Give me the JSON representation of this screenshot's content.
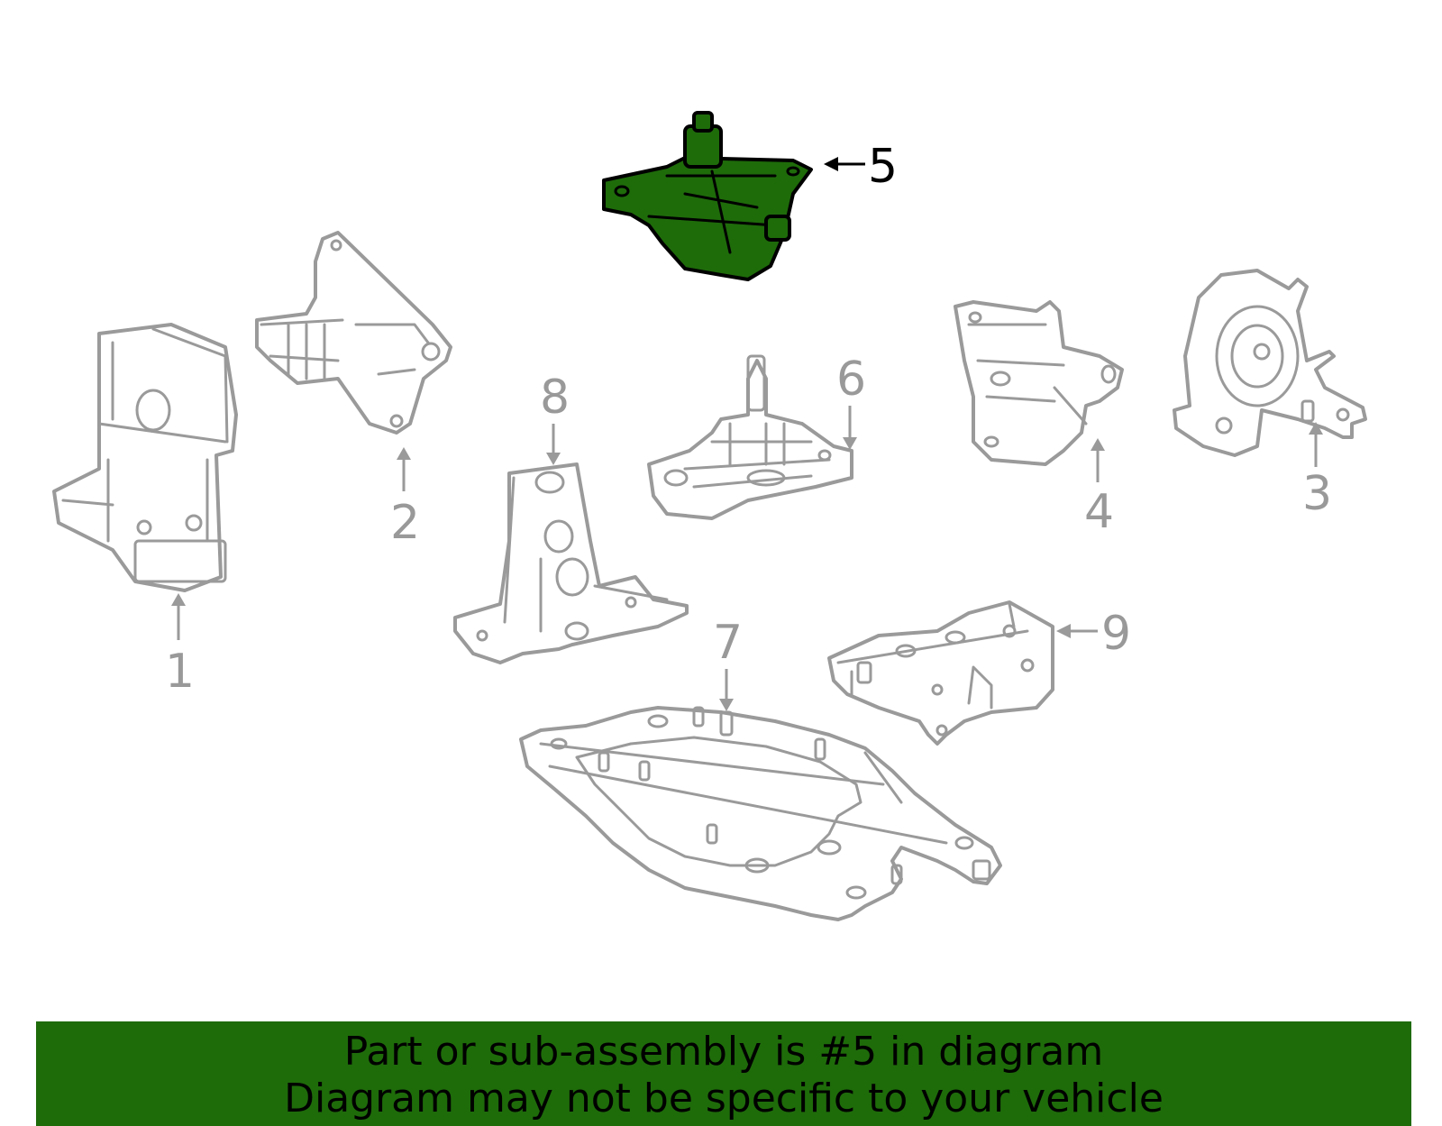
{
  "diagram": {
    "highlighted_part": "5",
    "highlight_color": "#1e6b0a",
    "line_color": "#9a9a9a",
    "callouts": [
      {
        "id": "1",
        "label": "1"
      },
      {
        "id": "2",
        "label": "2"
      },
      {
        "id": "3",
        "label": "3"
      },
      {
        "id": "4",
        "label": "4"
      },
      {
        "id": "5",
        "label": "5"
      },
      {
        "id": "6",
        "label": "6"
      },
      {
        "id": "7",
        "label": "7"
      },
      {
        "id": "8",
        "label": "8"
      },
      {
        "id": "9",
        "label": "9"
      }
    ]
  },
  "banner": {
    "line1": "Part or sub-assembly is #5 in diagram",
    "line2": "Diagram may not be specific to your vehicle",
    "background": "#1e6b0a"
  }
}
